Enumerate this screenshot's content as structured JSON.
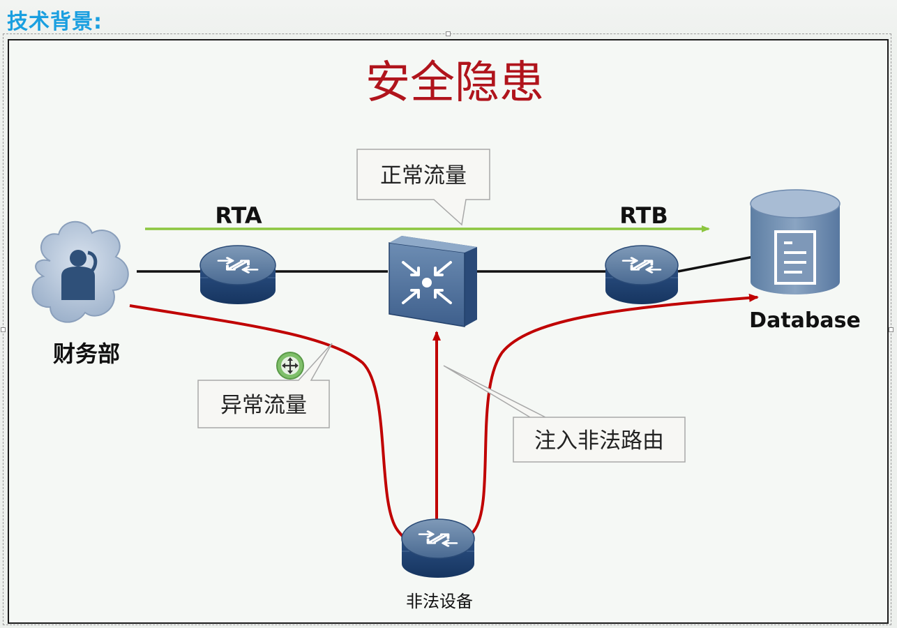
{
  "header": {
    "title": "技术背景:"
  },
  "diagram": {
    "title": "安全隐患",
    "nodes": {
      "finance": "财务部",
      "rta": "RTA",
      "rtb": "RTB",
      "database": "Database",
      "illegal": "非法设备"
    },
    "callouts": {
      "normal": "正常流量",
      "abnormal": "异常流量",
      "inject": "注入非法路由"
    },
    "colors": {
      "title": "#b0141c",
      "normal_flow": "#8cc63f",
      "abnormal_flow": "#c00000",
      "device_blue": "#1d3f6e",
      "header": "#1a9fe0"
    },
    "icons": [
      "user-icon",
      "router-icon",
      "switch-icon",
      "database-icon",
      "move-cursor-icon"
    ]
  }
}
